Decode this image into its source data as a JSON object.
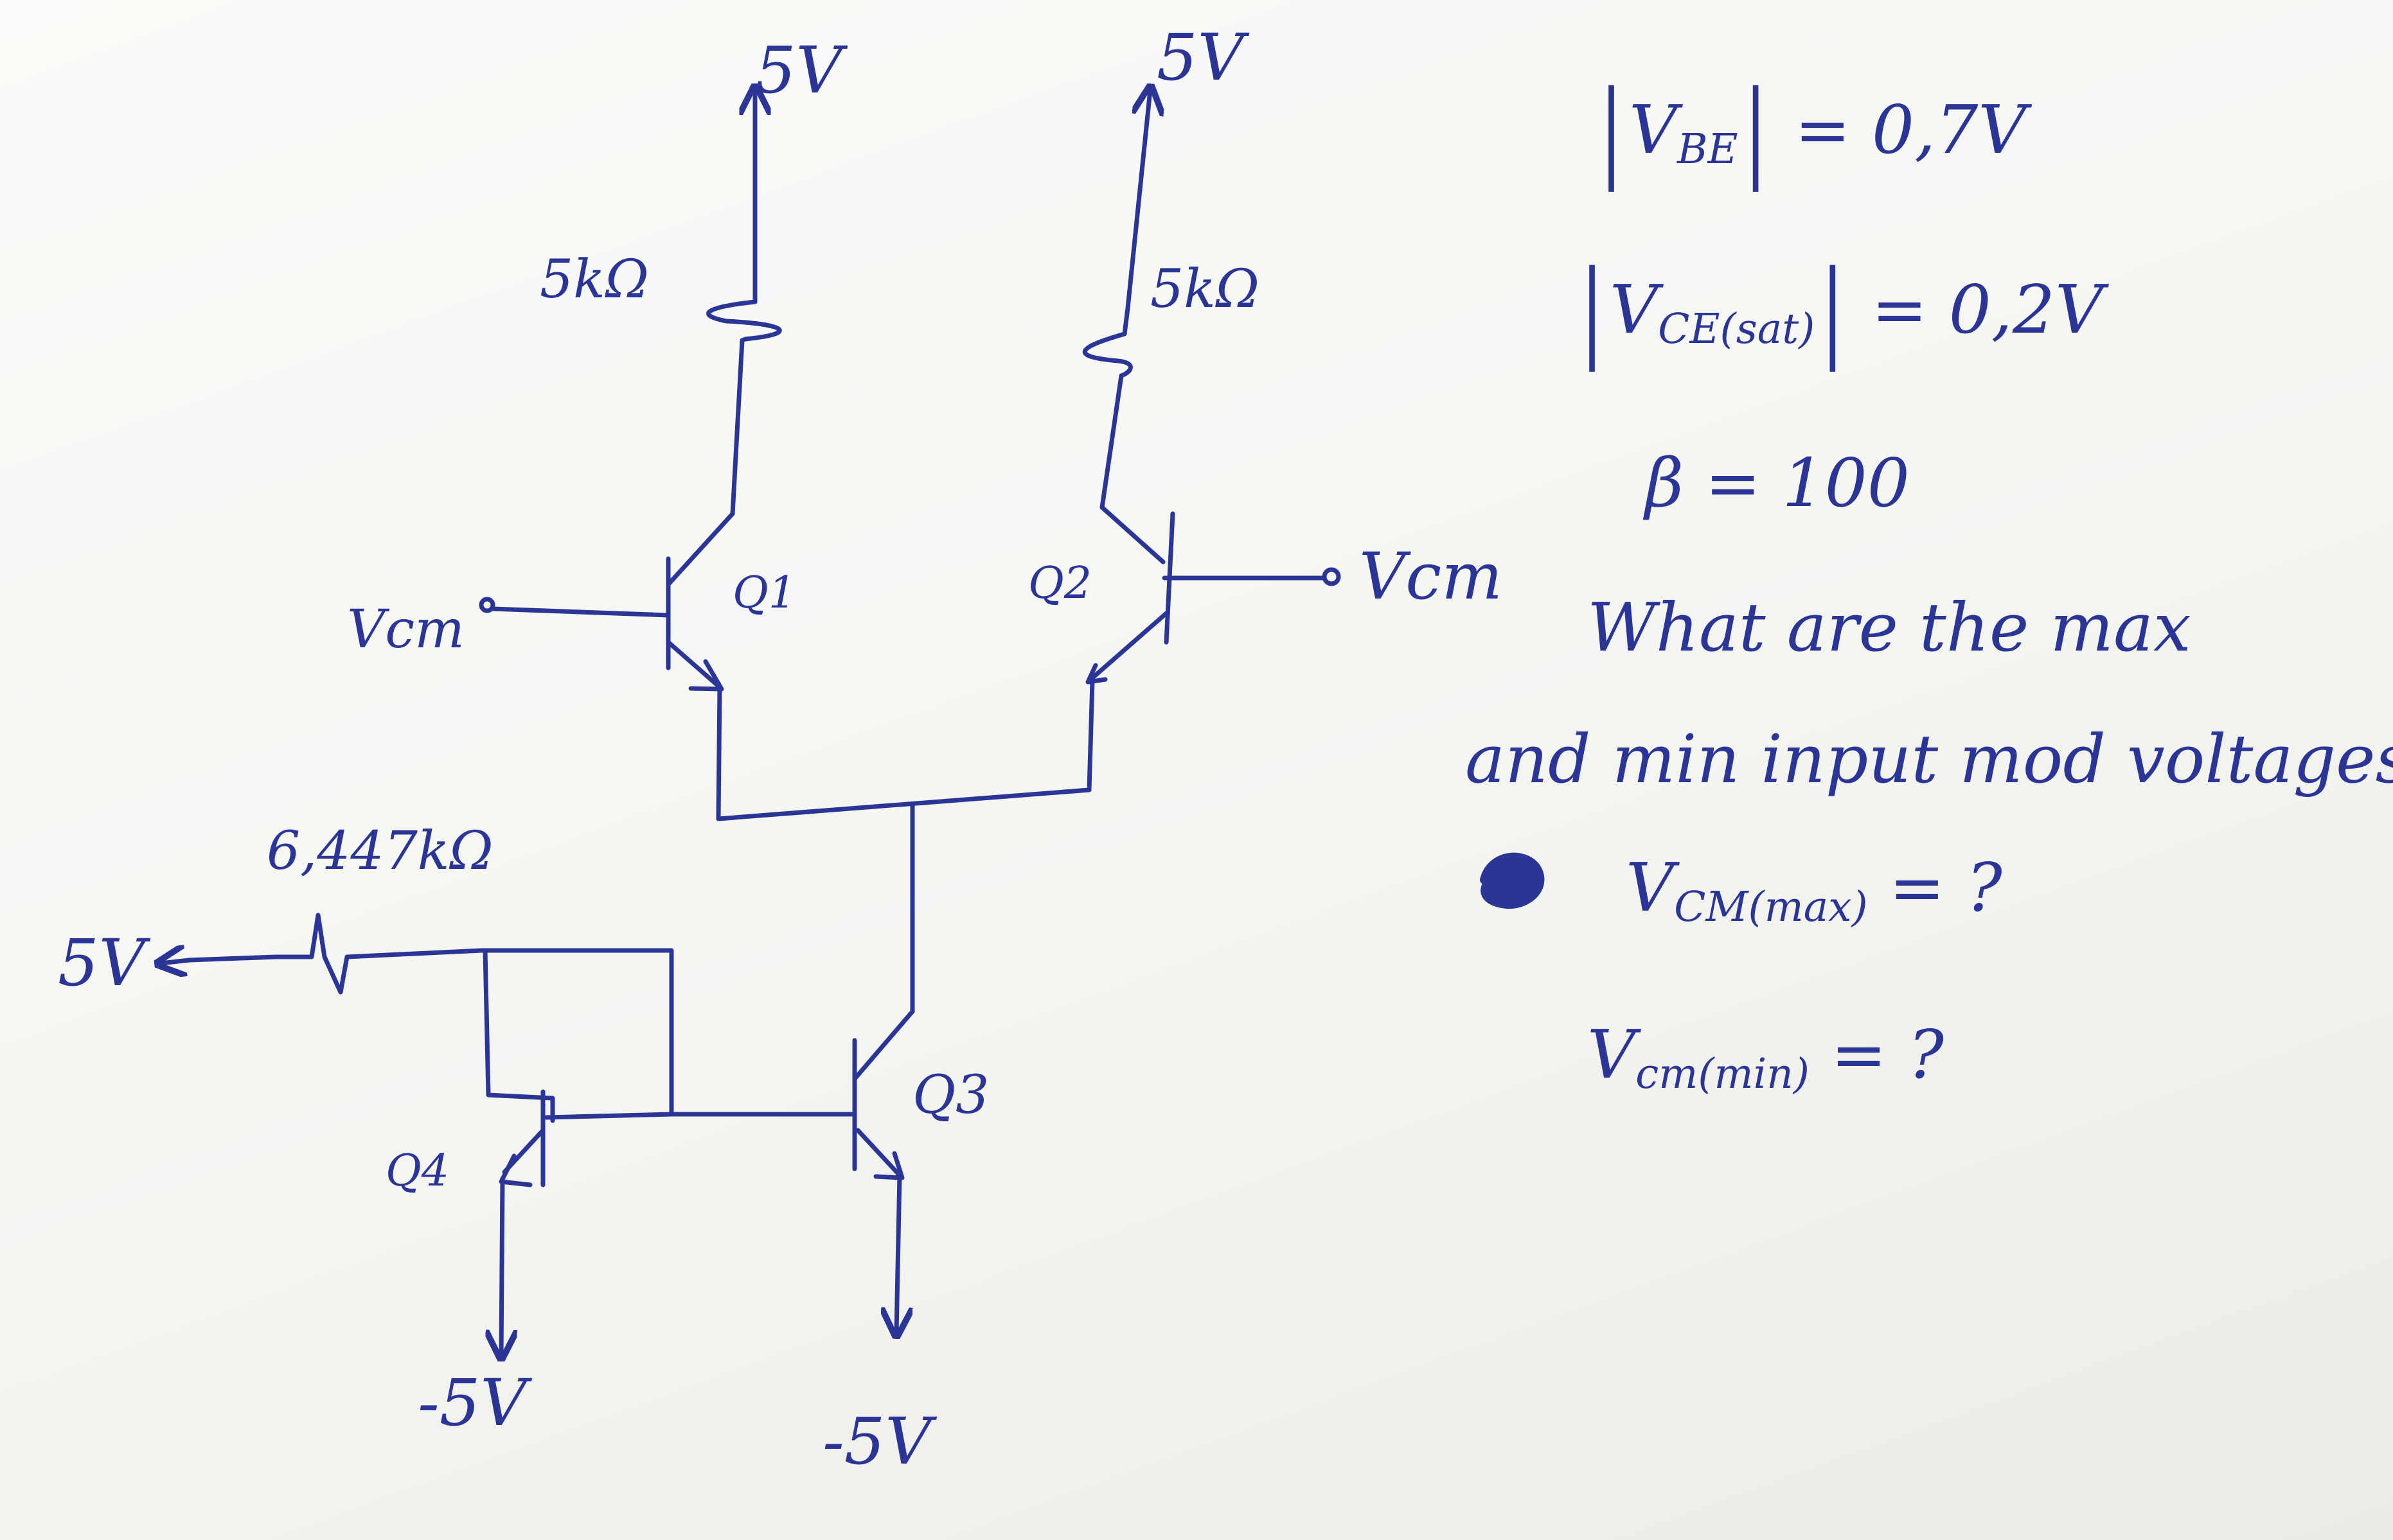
{
  "labels": {
    "vcc_q1": "5V",
    "vcc_q2": "5V",
    "rc1": "5kΩ",
    "rc2": "5kΩ",
    "q1": "Q1",
    "q2": "Q2",
    "q3": "Q3",
    "q4": "Q4",
    "vcm_left": "Vcm",
    "vcm_right": "Vcm",
    "rref": "6,447kΩ",
    "vcc_ref": "5V",
    "vee_q4": "-5V",
    "vee_q3": "-5V"
  },
  "notes": {
    "vbe_name": "V",
    "vbe_sub": "BE",
    "vbe_value": "= 0,7V",
    "vce_name": "V",
    "vce_sub": "CE(sat)",
    "vce_value": "= 0,2V",
    "beta": "β = 100",
    "question_line1": "What are the max",
    "question_line2": "and min input mod voltages?",
    "vcm_max_name": "V",
    "vcm_max_sub": "CM(max)",
    "vcm_max_value": "= ?",
    "vcm_min_name": "V",
    "vcm_min_sub": "cm(min)",
    "vcm_min_value": "= ?"
  },
  "colors": {
    "ink": "#2a3596",
    "paper": "#f5f5f3"
  }
}
